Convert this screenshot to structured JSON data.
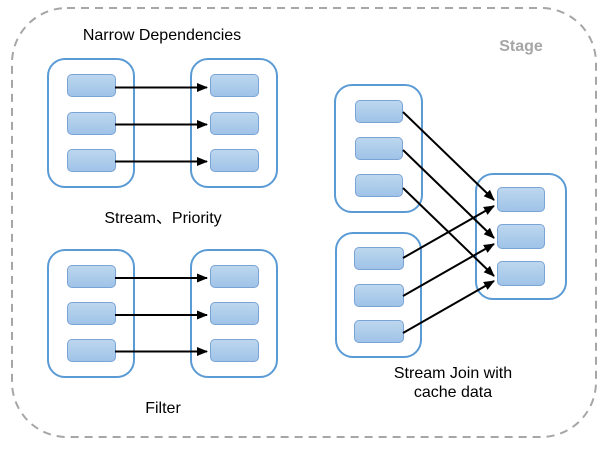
{
  "labels": {
    "narrow_dependencies": "Narrow Dependencies",
    "stream_priority": "Stream、Priority",
    "filter": "Filter",
    "stage": "Stage",
    "stream_join_line1": "Stream Join with",
    "stream_join_line2": "cache data"
  },
  "colors": {
    "container_border": "#5b9bd5",
    "box_border": "#7aa3d6",
    "box_fill_top": "#bdd7ee",
    "box_fill_bottom": "#9fc3e8",
    "outer_border": "#a6a6a6",
    "arrow": "#000000",
    "text": "#000000",
    "stage_text": "#a6a6a6"
  },
  "diagram": {
    "type": "stage-dependency-diagram",
    "operations": [
      {
        "title": "Narrow Dependencies",
        "caption": "Stream、Priority",
        "mapping": "one-to-one",
        "input_partitions": 3,
        "output_partitions": 3
      },
      {
        "caption": "Filter",
        "mapping": "one-to-one",
        "input_partitions": 3,
        "output_partitions": 3
      },
      {
        "caption": "Stream Join with cache data",
        "mapping": "two-input-streams-converge-per-partition",
        "input_stages": 2,
        "input_partitions_per_stage": 3,
        "output_partitions": 3
      }
    ],
    "stage_count": 7,
    "partitions_per_stage": 3,
    "arrow_count": 12
  }
}
